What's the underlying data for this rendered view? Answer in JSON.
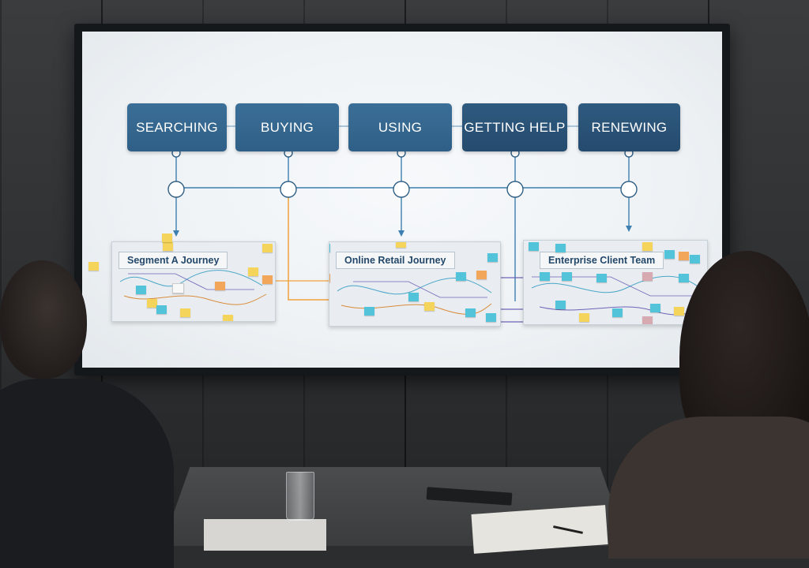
{
  "stages": [
    "SEARCHING",
    "BUYING",
    "USING",
    "GETTING HELP",
    "RENEWING"
  ],
  "boards": {
    "segment_a": "Segment A Journey",
    "online_retail": "Online Retail Journey",
    "enterprise": "Enterprise Client Team"
  },
  "colors": {
    "stage_fill": "#2f5f86",
    "connector_blue": "#3d7fb0",
    "connector_orange": "#f0a23b",
    "connector_purple": "#6e63b8"
  }
}
